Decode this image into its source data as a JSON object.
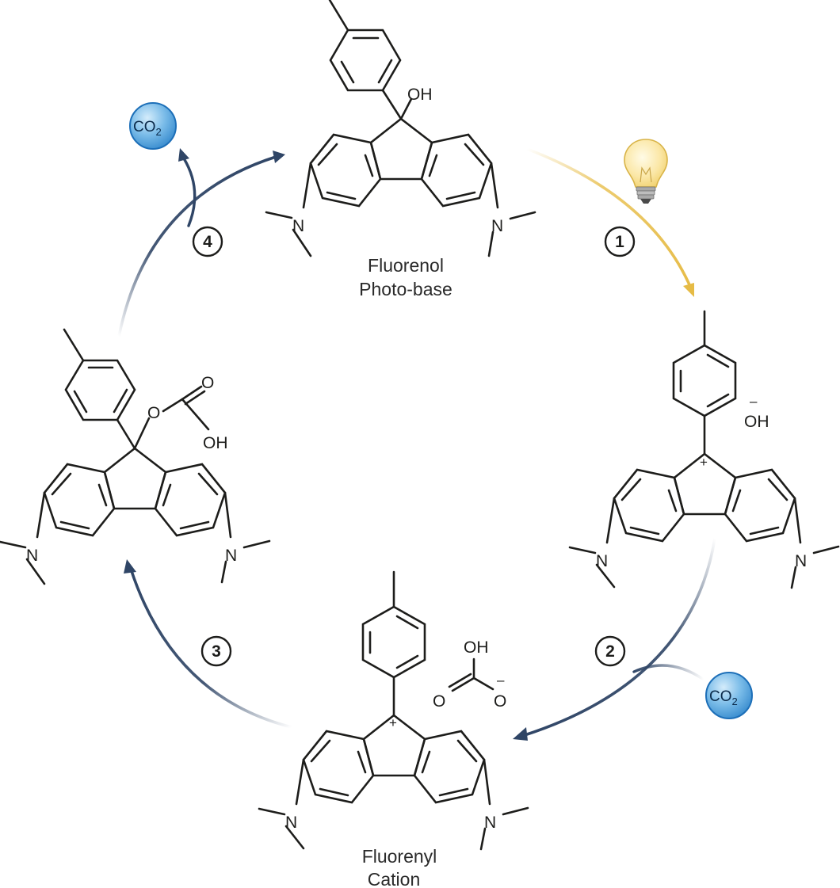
{
  "molecules": {
    "fluorenol": {
      "substituent_label": "OH",
      "n_label": "N",
      "caption_line1": "Fluorenol",
      "caption_line2": "Photo-base"
    },
    "cation_hydroxide": {
      "counterion_label": "OH",
      "counterion_charge": "–",
      "cation_charge": "+",
      "n_label": "N"
    },
    "cation_bicarbonate": {
      "cation_charge": "+",
      "oh_label": "OH",
      "o_label": "O",
      "o_minus_label": "O",
      "o_charge": "–",
      "n_label": "N",
      "caption_line1": "Fluorenyl",
      "caption_line2": "Cation"
    },
    "carbonate_ester": {
      "o_link_label": "O",
      "o_carbonyl_label": "O",
      "oh_label": "OH",
      "n_label": "N"
    }
  },
  "steps": [
    {
      "number": "1"
    },
    {
      "number": "2"
    },
    {
      "number": "3"
    },
    {
      "number": "4"
    }
  ],
  "co2_badges": [
    {
      "main": "CO",
      "sub": "2"
    },
    {
      "main": "CO",
      "sub": "2"
    }
  ],
  "icons": {
    "light": "light-bulb-icon"
  },
  "colors": {
    "bond": "#1d1d1b",
    "arrow_dark": "#2f4566",
    "arrow_light": "#e9c256",
    "co2_fill": "#6fb3e4",
    "co2_stroke": "#1d6fb8"
  }
}
